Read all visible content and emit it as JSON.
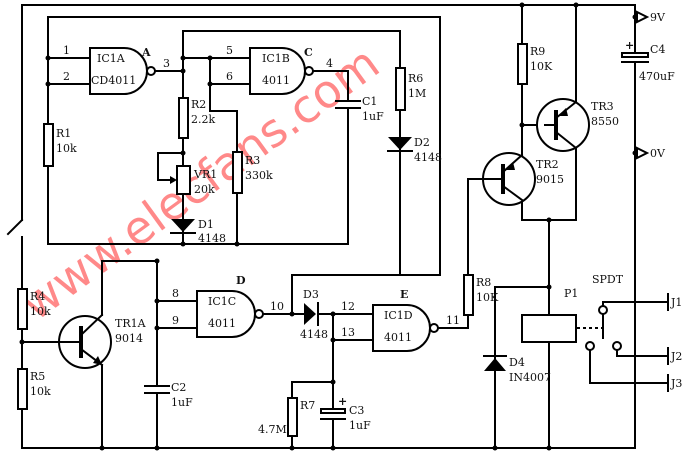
{
  "diagram": {
    "watermark": "www.elecfans.com",
    "rails": {
      "vplus": "9V",
      "vzero": "0V"
    },
    "gates": [
      {
        "ref": "IC1A",
        "type": "CD4011",
        "node": "A",
        "pins": [
          "1",
          "2",
          "3"
        ]
      },
      {
        "ref": "IC1B",
        "type": "4011",
        "node": "C",
        "pins": [
          "5",
          "6",
          "4"
        ]
      },
      {
        "ref": "IC1C",
        "type": "4011",
        "node": "D",
        "pins": [
          "8",
          "9",
          "10"
        ]
      },
      {
        "ref": "IC1D",
        "type": "4011",
        "node": "E",
        "pins": [
          "12",
          "13",
          "11"
        ]
      }
    ],
    "resistors": {
      "R1": {
        "ref": "R1",
        "value": "10k"
      },
      "R2": {
        "ref": "R2",
        "value": "2.2k"
      },
      "R3": {
        "ref": "R3",
        "value": "330k"
      },
      "R4": {
        "ref": "R4",
        "value": "10k"
      },
      "R5": {
        "ref": "R5",
        "value": "10k"
      },
      "R6": {
        "ref": "R6",
        "value": "1M"
      },
      "R7": {
        "ref": "R7",
        "value": "4.7M"
      },
      "R8": {
        "ref": "R8",
        "value": "10K"
      },
      "R9": {
        "ref": "R9",
        "value": "10K"
      }
    },
    "pot": {
      "ref": "VR1",
      "value": "20k"
    },
    "capacitors": {
      "C1": {
        "ref": "C1",
        "value": "1uF"
      },
      "C2": {
        "ref": "C2",
        "value": "1uF"
      },
      "C3": {
        "ref": "C3",
        "value": "1uF",
        "polarity": "+"
      },
      "C4": {
        "ref": "C4",
        "value": "470uF",
        "polarity": "+"
      }
    },
    "diodes": {
      "D1": {
        "ref": "D1",
        "value": "4148"
      },
      "D2": {
        "ref": "D2",
        "value": "4148"
      },
      "D3": {
        "ref": "D3",
        "value": "4148"
      },
      "D4": {
        "ref": "D4",
        "value": "IN4007"
      }
    },
    "transistors": {
      "TR1A": {
        "ref": "TR1A",
        "value": "9014"
      },
      "TR2": {
        "ref": "TR2",
        "value": "9015"
      },
      "TR3": {
        "ref": "TR3",
        "value": "8550"
      }
    },
    "relay": {
      "ref": "P1",
      "contact": "SPDT"
    },
    "terminals": [
      "J1",
      "J2",
      "J3"
    ]
  }
}
